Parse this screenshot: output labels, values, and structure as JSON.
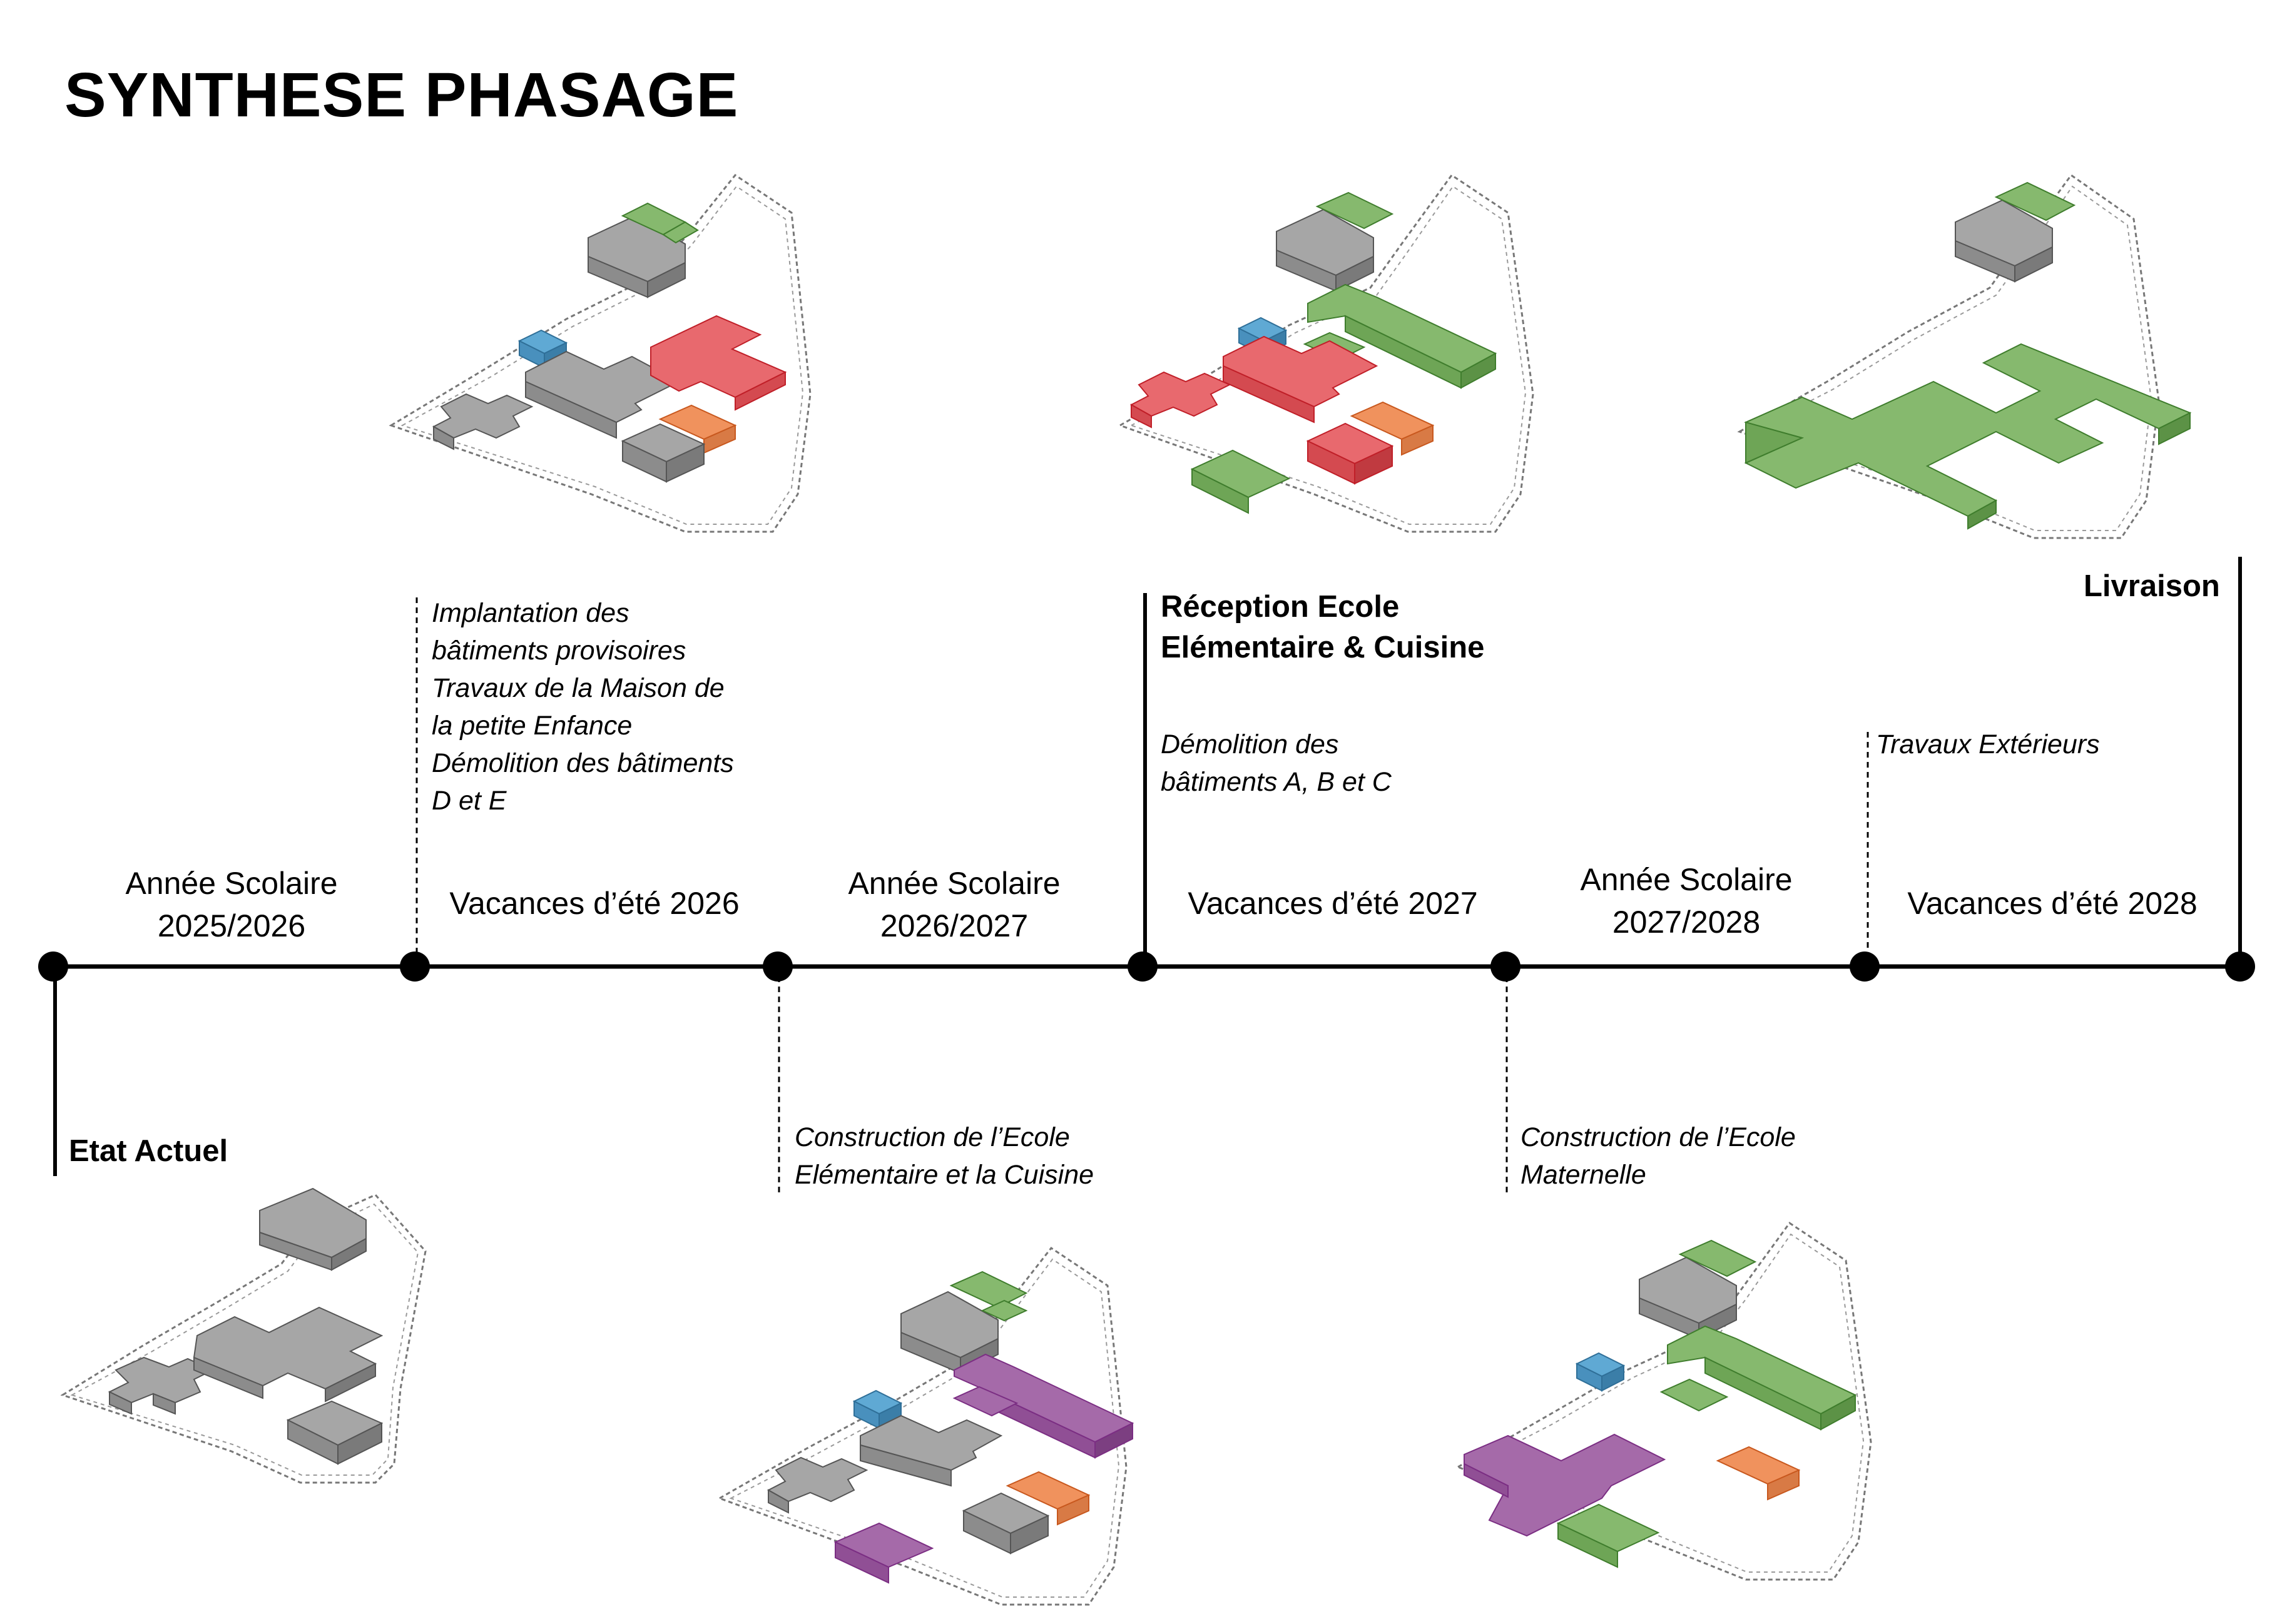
{
  "page": {
    "title": "SYNTHESE PHASAGE"
  },
  "colors": {
    "existing": "#a6a6a6",
    "demolished": "#e8696e",
    "temporary": "#5fa9d4",
    "kitchen": "#f0925d",
    "new_elementary": "#a56aa9",
    "delivered": "#86b96e"
  },
  "periods": [
    {
      "line1": "Année Scolaire",
      "line2": "2025/2026"
    },
    {
      "line1": "Vacances d’été 2026",
      "line2": ""
    },
    {
      "line1": "Année Scolaire",
      "line2": "2026/2027"
    },
    {
      "line1": "Vacances d’été 2027",
      "line2": ""
    },
    {
      "line1": "Année Scolaire",
      "line2": "2027/2028"
    },
    {
      "line1": "Vacances d’été 2028",
      "line2": ""
    }
  ],
  "milestones": {
    "etat_actuel": "Etat Actuel",
    "reception": [
      "Réception Ecole",
      "Elémentaire & Cuisine"
    ],
    "livraison": "Livraison"
  },
  "notes": {
    "summer_2026": [
      "Implantation des",
      "bâtiments provisoires",
      "Travaux de la Maison de",
      "la petite Enfance",
      "Démolition des bâtiments",
      "D et E"
    ],
    "year_2026_2027": [
      "Construction de l’Ecole",
      "Elémentaire et la Cuisine"
    ],
    "summer_2027": [
      "Démolition des",
      "bâtiments A, B et C"
    ],
    "year_2027_2028": [
      "Construction de l’Ecole",
      "Maternelle"
    ],
    "summer_2028": [
      "Travaux Extérieurs"
    ]
  }
}
